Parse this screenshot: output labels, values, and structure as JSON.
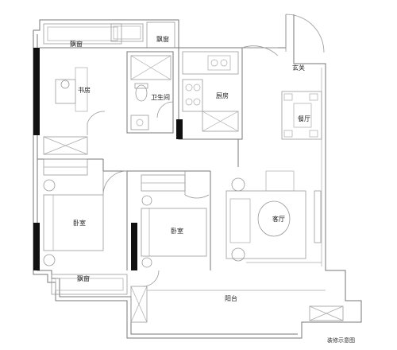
{
  "plan": {
    "rooms": {
      "bay_window_top": "飘窗",
      "bay_window_top_right": "飘窗",
      "study": "书房",
      "bathroom": "卫生间",
      "kitchen": "厨房",
      "entrance": "玄关",
      "dining": "餐厅",
      "bedroom_left": "卧室",
      "bedroom_middle": "卧室",
      "living": "客厅",
      "bay_window_bottom": "飘窗",
      "balcony": "阳台"
    },
    "caption": "装修示意图"
  }
}
